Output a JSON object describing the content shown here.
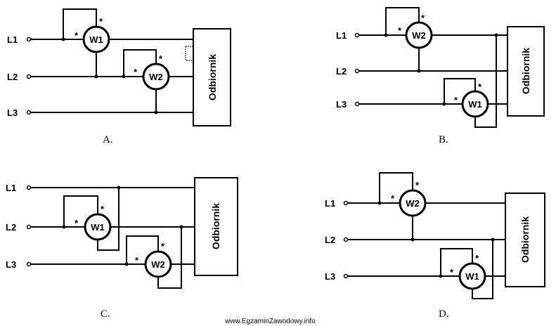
{
  "lines": [
    "L1",
    "L2",
    "L3"
  ],
  "meters": {
    "w1": "W1",
    "w2": "W2"
  },
  "receiver": "Odbiornik",
  "star": "*",
  "captions": {
    "a": "A.",
    "b": "B.",
    "c": "C.",
    "d": "D."
  },
  "watermark": "www.EgzaminZawodowy.info"
}
